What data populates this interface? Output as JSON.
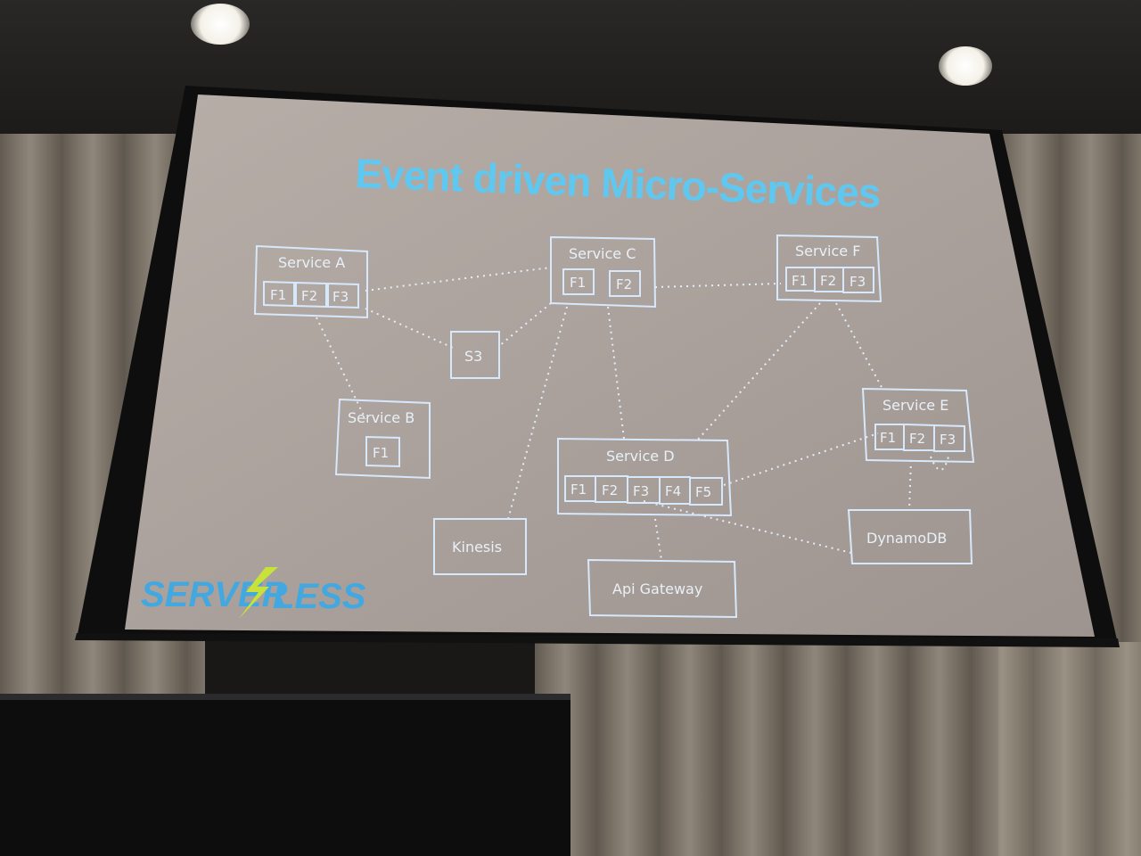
{
  "slide": {
    "title": "Event driven Micro-Services",
    "colors": {
      "title": "#5fc8f0",
      "node_border": "#cfe6ff",
      "slide_bg": "#b5aba4",
      "logo": "#43a8e0",
      "bolt": "#c8e23a"
    }
  },
  "nodes": {
    "service_a": {
      "label": "Service A",
      "functions": [
        "F1",
        "F2",
        "F3"
      ]
    },
    "service_b": {
      "label": "Service B",
      "functions": [
        "F1"
      ]
    },
    "service_c": {
      "label": "Service C",
      "functions": [
        "F1",
        "F2"
      ]
    },
    "service_d": {
      "label": "Service D",
      "functions": [
        "F1",
        "F2",
        "F3",
        "F4",
        "F5"
      ]
    },
    "service_e": {
      "label": "Service E",
      "functions": [
        "F1",
        "F2",
        "F3"
      ]
    },
    "service_f": {
      "label": "Service F",
      "functions": [
        "F1",
        "F2",
        "F3"
      ]
    },
    "s3": {
      "label": "S3"
    },
    "kinesis": {
      "label": "Kinesis"
    },
    "dynamodb": {
      "label": "DynamoDB"
    },
    "api_gateway": {
      "label": "Api Gateway"
    }
  },
  "edges": [
    [
      "service_a.F3",
      "service_c.F1"
    ],
    [
      "service_a.F3",
      "s3"
    ],
    [
      "service_a.F2",
      "service_b.F1"
    ],
    [
      "service_c.F1",
      "s3"
    ],
    [
      "service_c.F2",
      "service_f.F1"
    ],
    [
      "service_c",
      "kinesis"
    ],
    [
      "service_c",
      "service_d"
    ],
    [
      "service_f",
      "service_d"
    ],
    [
      "service_f",
      "service_e"
    ],
    [
      "service_d.F5",
      "service_e.F1"
    ],
    [
      "service_d.F3",
      "dynamodb"
    ],
    [
      "service_d",
      "api_gateway"
    ],
    [
      "service_e",
      "dynamodb"
    ],
    [
      "service_e.F3",
      "service_e.F3"
    ]
  ],
  "logo": {
    "left": "SERVER",
    "right": "LESS",
    "icon": "lightning-bolt-icon"
  }
}
